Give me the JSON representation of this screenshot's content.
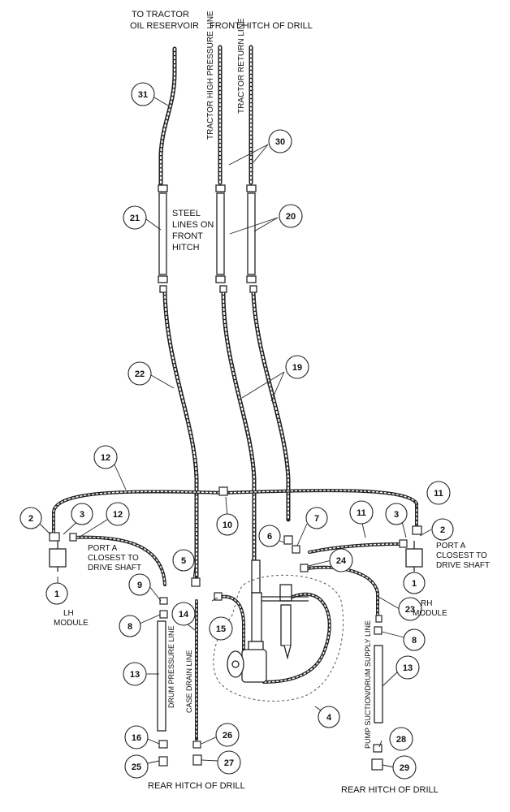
{
  "labels": {
    "tractor_reservoir_1": "TO TRACTOR",
    "tractor_reservoir_2": "OIL RESERVOIR",
    "front_hitch": "FRONT HITCH OF DRILL",
    "high_pressure_line": "TRACTOR HIGH PRESSURE LINE",
    "return_line": "TRACTOR RETURN LINE",
    "steel_lines_1": "STEEL",
    "steel_lines_2": "LINES ON",
    "steel_lines_3": "FRONT",
    "steel_lines_4": "HITCH",
    "port_a_left_1": "PORT A",
    "port_a_left_2": "CLOSEST TO",
    "port_a_left_3": "DRIVE SHAFT",
    "port_a_right_1": "PORT A",
    "port_a_right_2": "CLOSEST TO",
    "port_a_right_3": "DRIVE SHAFT",
    "lh_module_1": "LH",
    "lh_module_2": "MODULE",
    "rh_module_1": "RH",
    "rh_module_2": "MODULE",
    "drum_pressure_line": "DRUM PRESSURE LINE",
    "case_drain_line": "CASE DRAIN LINE",
    "pump_suction_line": "PUMP SUCTION/DRUM SUPPLY LINE",
    "rear_hitch_left": "REAR HITCH OF DRILL",
    "rear_hitch_right": "REAR HITCH OF DRILL"
  },
  "callouts": {
    "c31": "31",
    "c30": "30",
    "c21": "21",
    "c20": "20",
    "c22": "22",
    "c19": "19",
    "c12a": "12",
    "c11a": "11",
    "c10": "10",
    "c2a": "2",
    "c3a": "3",
    "c12b": "12",
    "c1a": "1",
    "c7": "7",
    "c6": "6",
    "c11b": "11",
    "c3b": "3",
    "c2b": "2",
    "c1b": "1",
    "c24": "24",
    "c5": "5",
    "c9": "9",
    "c14": "14",
    "c8a": "8",
    "c15": "15",
    "c23": "23",
    "c8b": "8",
    "c13a": "13",
    "c13b": "13",
    "c4": "4",
    "c16": "16",
    "c26": "26",
    "c25": "25",
    "c27": "27",
    "c28": "28",
    "c29": "29"
  }
}
